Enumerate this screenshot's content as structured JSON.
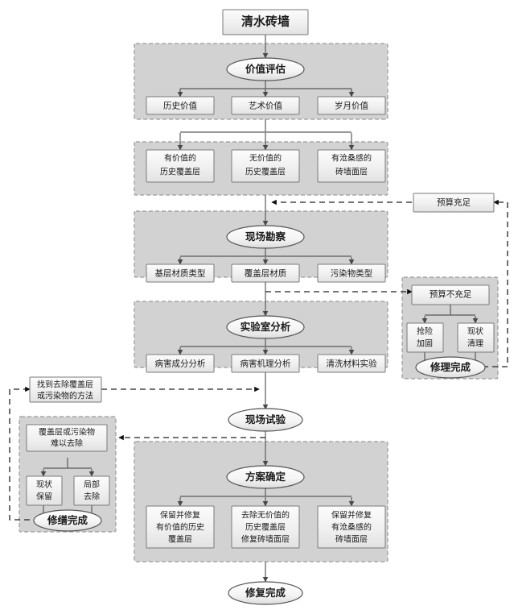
{
  "diagram": {
    "title_node": "清水砖墙",
    "final_node": "修复完成",
    "stages": [
      {
        "key": "value_assessment",
        "ellipse": "价值评估",
        "items": [
          "历史价值",
          "艺术价值",
          "岁月价值"
        ]
      },
      {
        "key": "layer_types",
        "ellipse": "",
        "items": [
          "有价值的\n历史覆盖层",
          "无价值的\n历史覆盖层",
          "有沧桑感的\n砖墙面层"
        ]
      },
      {
        "key": "site_survey",
        "ellipse": "现场勘察",
        "items": [
          "基层材质类型",
          "覆盖层材质",
          "污染物类型"
        ]
      },
      {
        "key": "lab_analysis",
        "ellipse": "实验室分析",
        "items": [
          "病害成分分析",
          "病害机理分析",
          "清洗材料实验"
        ]
      },
      {
        "key": "plan_determination",
        "ellipse": "方案确定",
        "items": [
          "保留并修复\n有价值的历史\n覆盖层",
          "去除无价值的\n历史覆盖层\n修复砖墙面层",
          "保留并修复\n有沧桑感的\n砖墙面层"
        ]
      }
    ],
    "field_trial": "现场试验",
    "budget_sufficient": "预算充足",
    "budget_insufficient": "预算不充足",
    "emergency_branch": [
      "抢险\n加固",
      "现状\n清理"
    ],
    "repair_done": "修理完成",
    "method_found": "找到去除覆盖层\n或污染物的方法",
    "hard_to_remove": "覆盖层或污染物\n难以去除",
    "preserve_branch": [
      "现状\n保留",
      "局部\n去除"
    ],
    "restoration_done": "修缮完成",
    "colors": {
      "group_fill": "#d2d2d2",
      "group_stroke": "#9a9a9a",
      "node_fill": "#f2f2f2",
      "node_stroke": "#7a7a7a",
      "edge": "#5a5a5a",
      "dashed_edge": "#222222",
      "text": "#1a1a1a",
      "background": "#ffffff"
    }
  }
}
